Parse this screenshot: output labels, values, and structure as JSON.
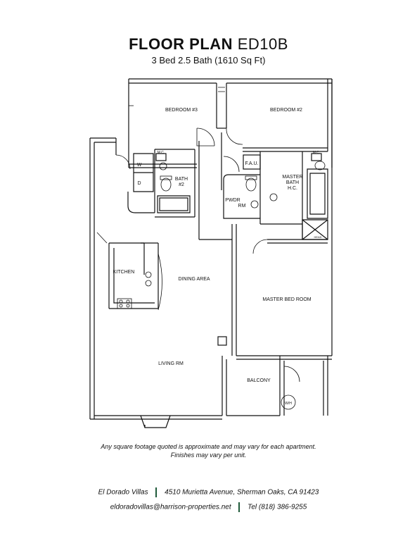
{
  "header": {
    "title_bold": "FLOOR PLAN",
    "title_code": "ED10B",
    "subtitle": "3 Bed 2.5 Bath (1610 Sq Ft)"
  },
  "rooms": {
    "bedroom3": "BEDROOM #3",
    "bedroom2": "BEDROOM #2",
    "bath2_line1": "BATH",
    "bath2_line2": "#2",
    "washer": "W",
    "dryer": "D",
    "mc_left": "M.C.",
    "mc_right": "M.C.",
    "fau": "F.A.U.",
    "master_bath_1": "MASTER",
    "master_bath_2": "BATH",
    "master_bath_3": "H.C.",
    "pwdr_1": "PWDR",
    "pwdr_2": "RM",
    "kitchen": "KITCHEN",
    "dining": "DINING AREA",
    "master_bed": "MASTER BED ROOM",
    "living": "LIVING RM",
    "balcony": "BALCONY",
    "wh": "W/H",
    "shower_head": "HEAD"
  },
  "disclaimer": {
    "line1": "Any square footage quoted is approximate and may vary for each apartment.",
    "line2": "Finishes may vary per unit."
  },
  "footer": {
    "name": "El Dorado Villas",
    "address": "4510 Murietta Avenue, Sherman Oaks, CA 91423",
    "email": "eldoradovillas@harrison-properties.net",
    "phone": "Tel (818) 386-9255",
    "bar_color": "#1f5a3a"
  }
}
